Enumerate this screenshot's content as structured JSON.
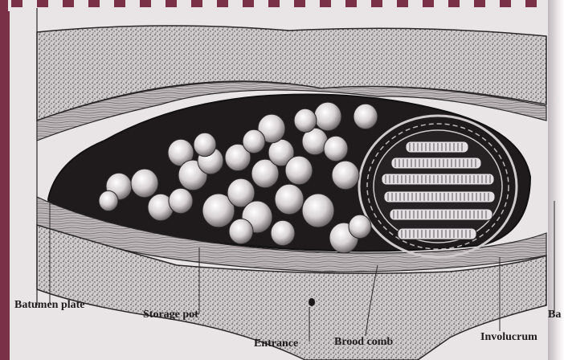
{
  "labels": {
    "batumen_plate": "Batumen plate",
    "storage_pot": "Storage pot",
    "entrance": "Entrance",
    "brood_comb": "Brood comb",
    "involucrum": "Involucrum",
    "batumen": "Ba"
  },
  "colors": {
    "binding": "#7a3147",
    "paper": "#e9e4e6",
    "ink": "#1d1b1c"
  }
}
